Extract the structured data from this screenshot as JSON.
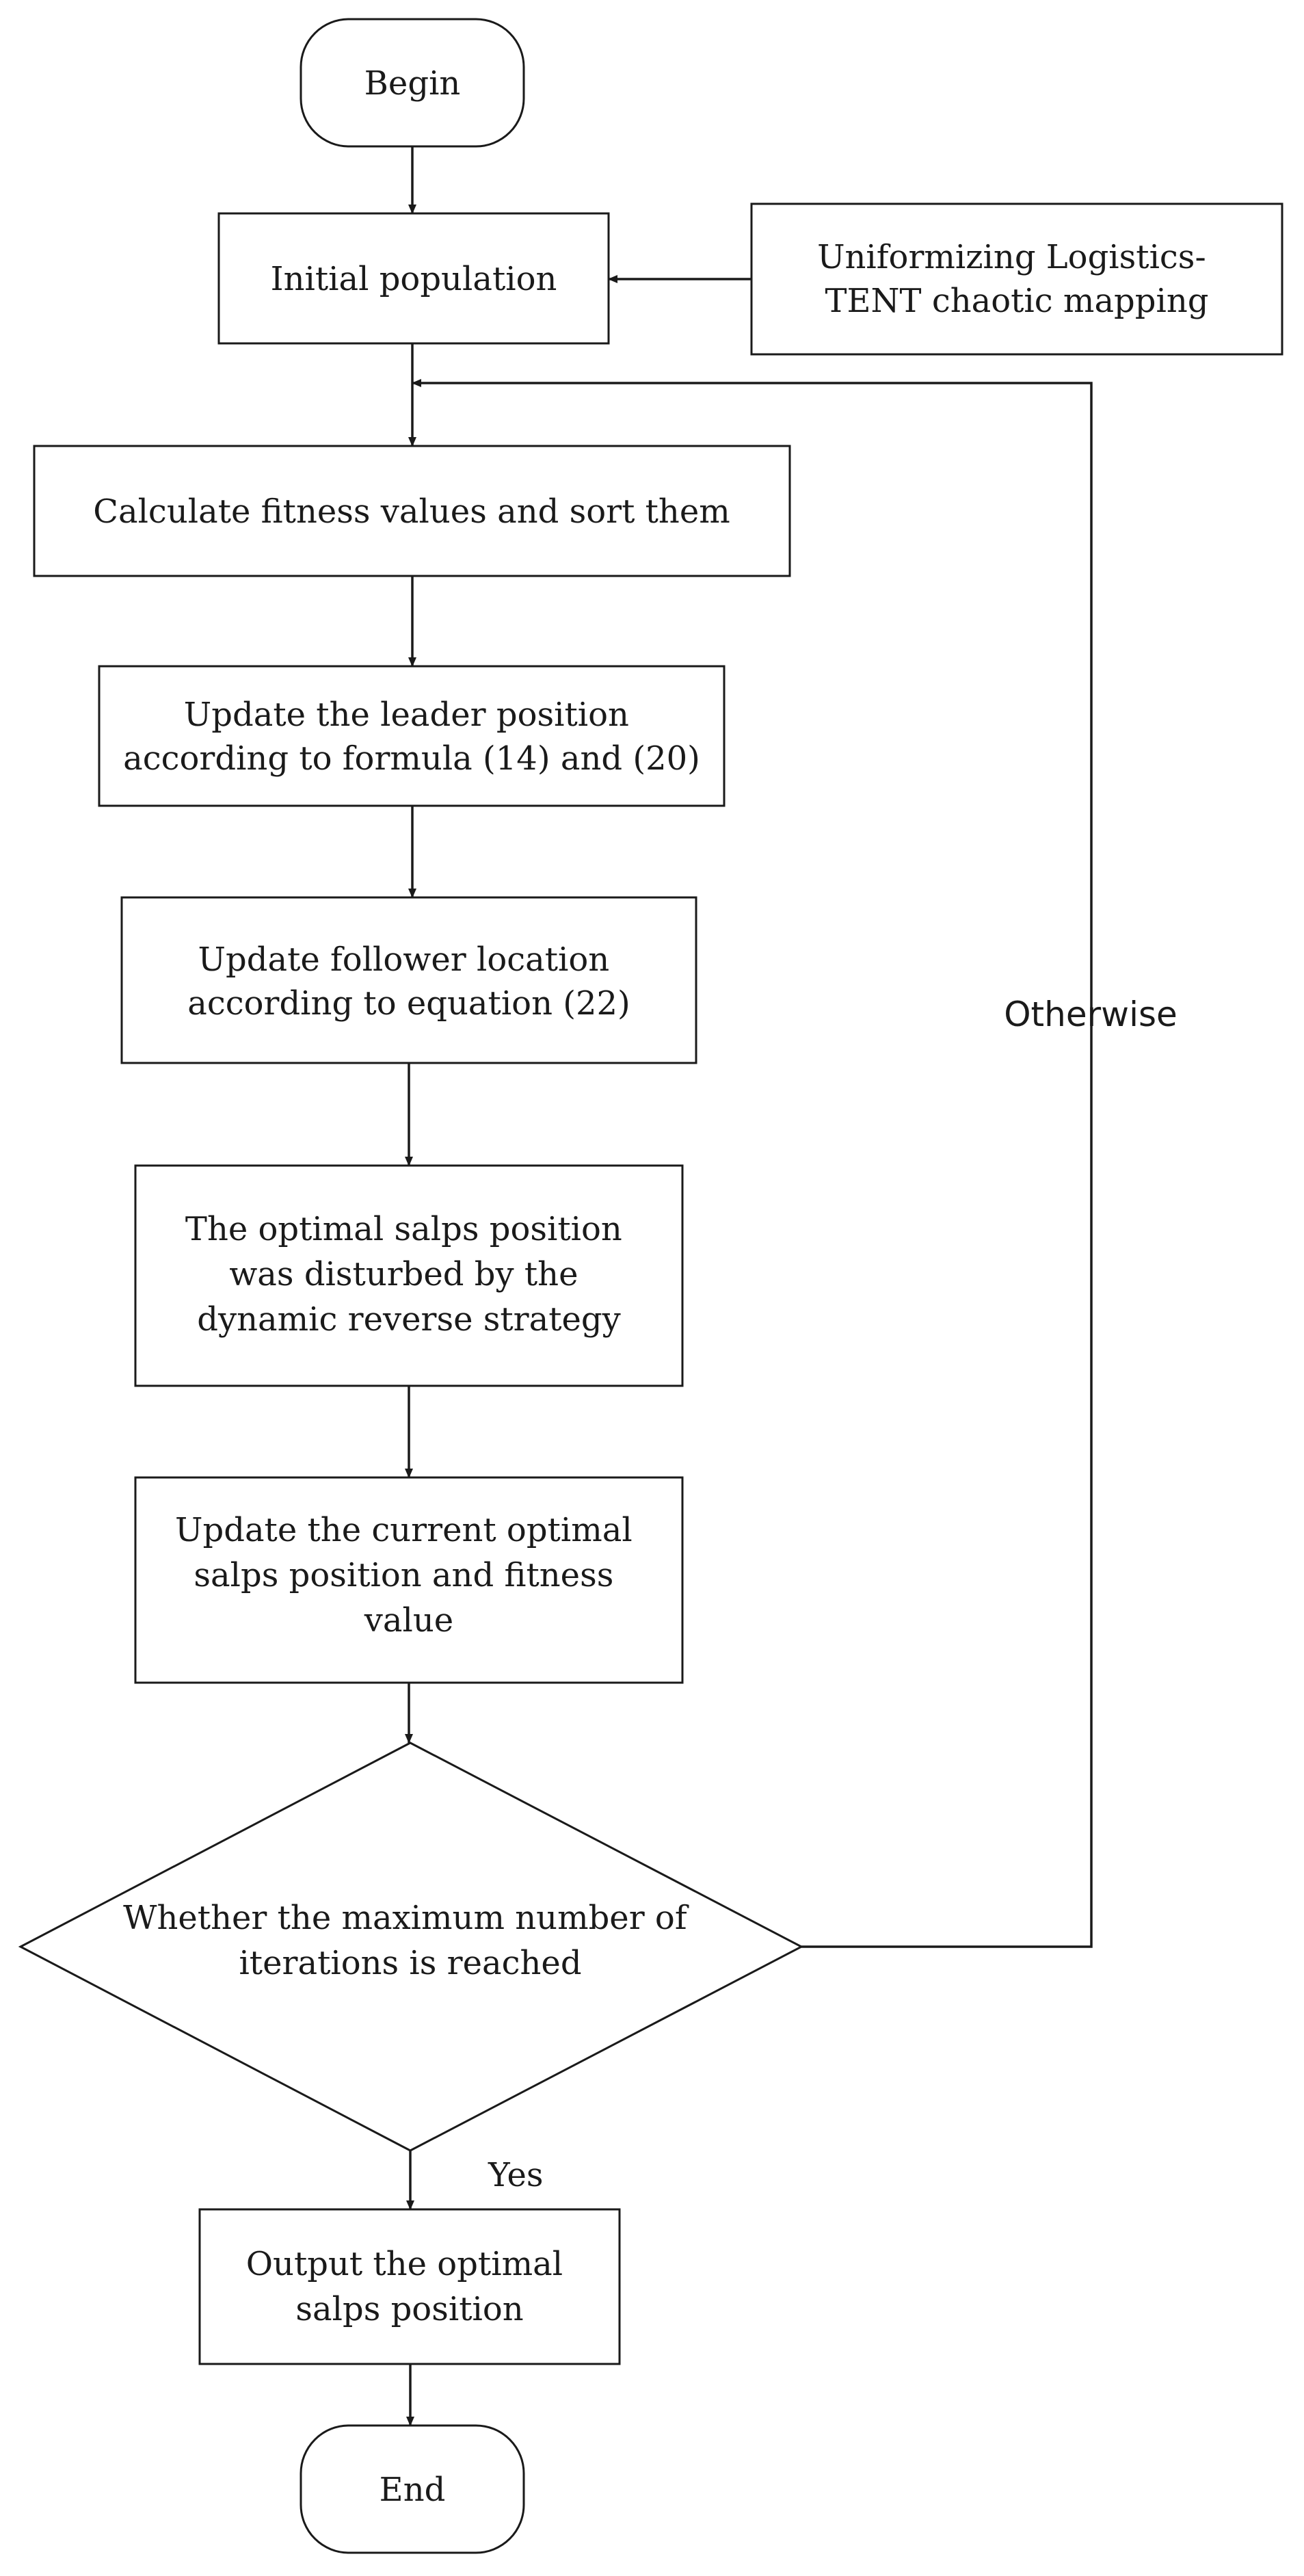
{
  "diagram": {
    "nodes": {
      "begin": {
        "lines": [
          "Begin"
        ]
      },
      "init": {
        "lines": [
          "Initial population"
        ]
      },
      "map": {
        "lines": [
          "Uniformizing Logistics-",
          "TENT chaotic mapping"
        ]
      },
      "fitness": {
        "lines": [
          "Calculate fitness values and sort them"
        ]
      },
      "leader": {
        "lines": [
          "Update the leader position",
          "according to formula (14) and (20)"
        ]
      },
      "follower": {
        "lines": [
          "Update follower location",
          "according to equation (22)"
        ]
      },
      "disturb": {
        "lines": [
          "The optimal salps position",
          "was disturbed by the",
          "dynamic reverse strategy"
        ]
      },
      "current": {
        "lines": [
          "Update the current optimal",
          "salps position and fitness",
          "value"
        ]
      },
      "decision": {
        "lines": [
          "Whether the maximum number of",
          "iterations is reached"
        ]
      },
      "output": {
        "lines": [
          "Output the optimal",
          "salps position"
        ]
      },
      "end": {
        "lines": [
          "End"
        ]
      }
    },
    "edge_labels": {
      "otherwise": "Otherwise",
      "yes": "Yes"
    }
  }
}
